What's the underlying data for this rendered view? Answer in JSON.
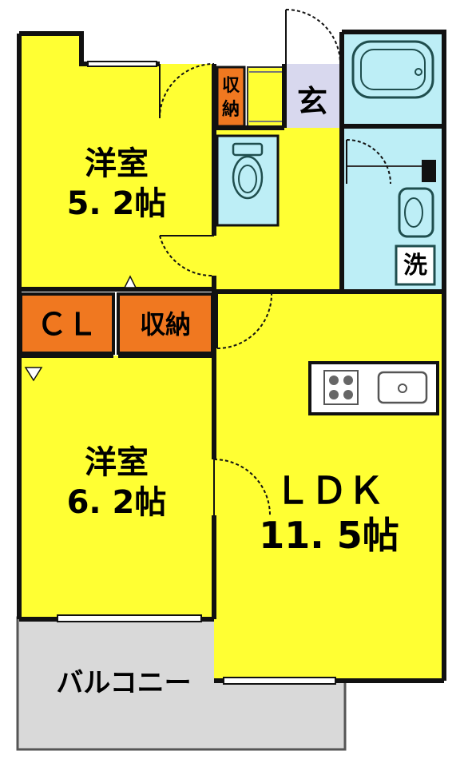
{
  "rooms": {
    "western1": {
      "name": "洋室",
      "size": "5. 2帖"
    },
    "western2": {
      "name": "洋室",
      "size": "6. 2帖"
    },
    "ldk": {
      "name": "ＬＤＫ",
      "size": "11. 5帖"
    },
    "balcony": {
      "name": "バルコニー"
    },
    "closet": {
      "name": "ＣＬ"
    },
    "storage_main": {
      "name": "収納"
    },
    "storage_small": {
      "line1": "収",
      "line2": "納"
    },
    "entrance": {
      "name": "玄"
    },
    "washer": {
      "name": "洗"
    }
  },
  "colors": {
    "room": "#ffff33",
    "storage": "#f07820",
    "wet": "#bdeef6",
    "entrance": "#d8d8ee",
    "balcony": "#d9d9d9",
    "wall": "#111111",
    "fixture_border": "#1f4e4e"
  }
}
